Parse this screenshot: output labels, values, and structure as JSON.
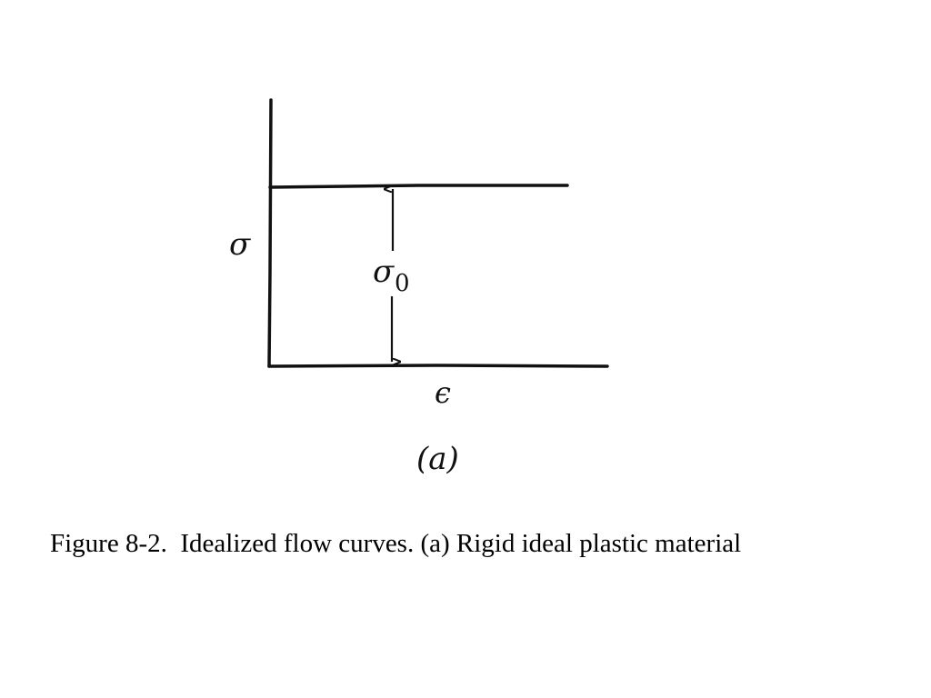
{
  "diagram": {
    "y_axis_label": "σ",
    "x_axis_label": "ϵ",
    "dimension_label": "σ",
    "dimension_subscript": "0",
    "panel_label": "(a)",
    "line_color": "#111111"
  },
  "caption": "Figure 8-2.  Idealized flow curves. (a) Rigid ideal plastic material"
}
